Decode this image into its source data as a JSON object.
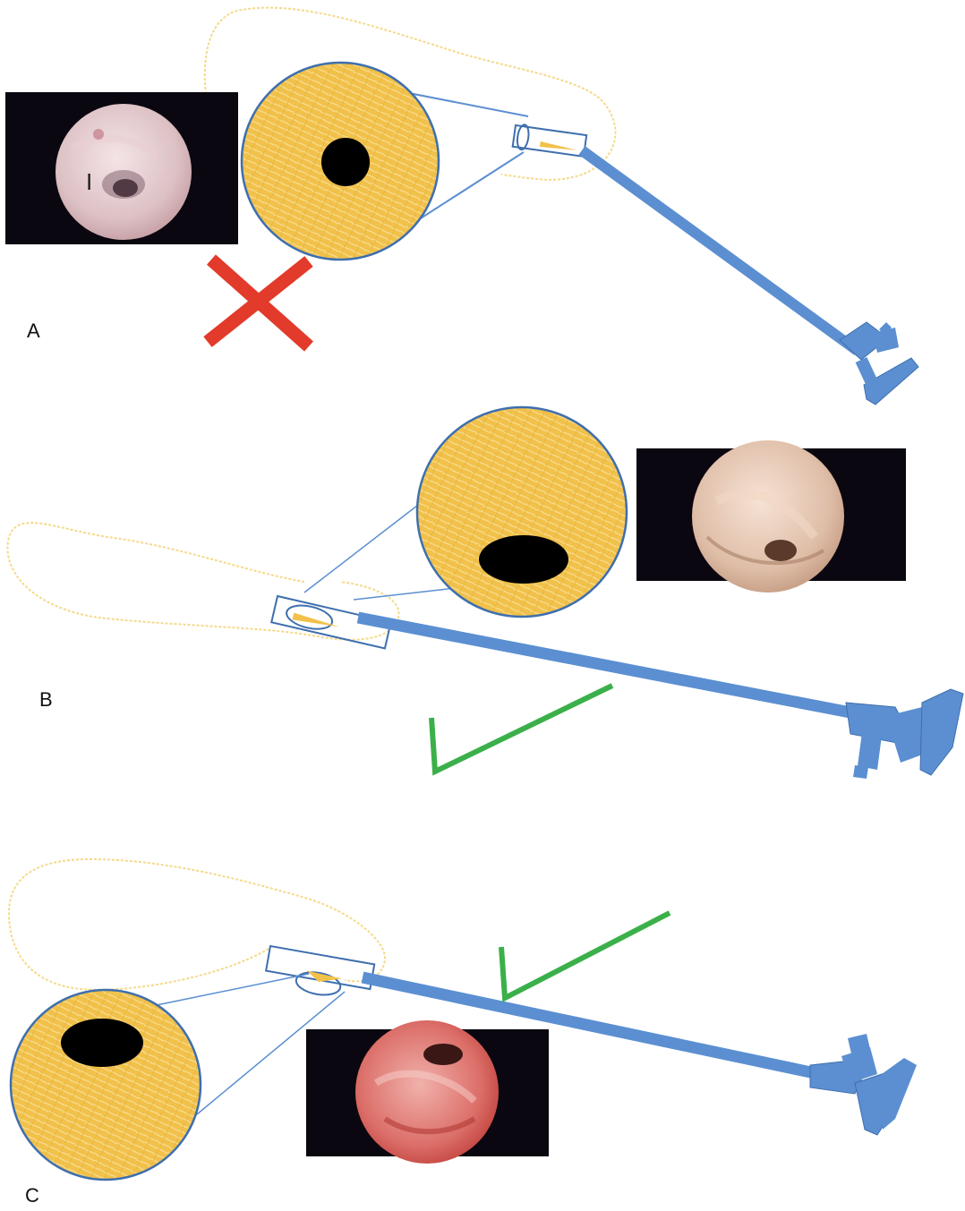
{
  "colors": {
    "scope_blue": "#5b8fd1",
    "scope_outline": "#3e6fae",
    "tissue_yellow": "#f1c14a",
    "tissue_outline": "#f5d98a",
    "lumen_black": "#000000",
    "incorrect_red": "#e23a2b",
    "correct_green": "#3bb04a",
    "photo_bg": "#0b0710"
  },
  "panels": [
    {
      "label": "A",
      "verdict": "incorrect",
      "verdict_icon": "cross-icon",
      "photo_inner_label": "I",
      "photo_tint": [
        "#f4e4e6",
        "#c9a4a9"
      ]
    },
    {
      "label": "B",
      "verdict": "correct",
      "verdict_icon": "checkmark-icon",
      "photo_inner_label": "",
      "photo_tint": [
        "#f6e2d4",
        "#caa28a"
      ]
    },
    {
      "label": "C",
      "verdict": "correct",
      "verdict_icon": "checkmark-icon",
      "photo_inner_label": "",
      "photo_tint": [
        "#f1b1ac",
        "#c3443f"
      ]
    }
  ]
}
